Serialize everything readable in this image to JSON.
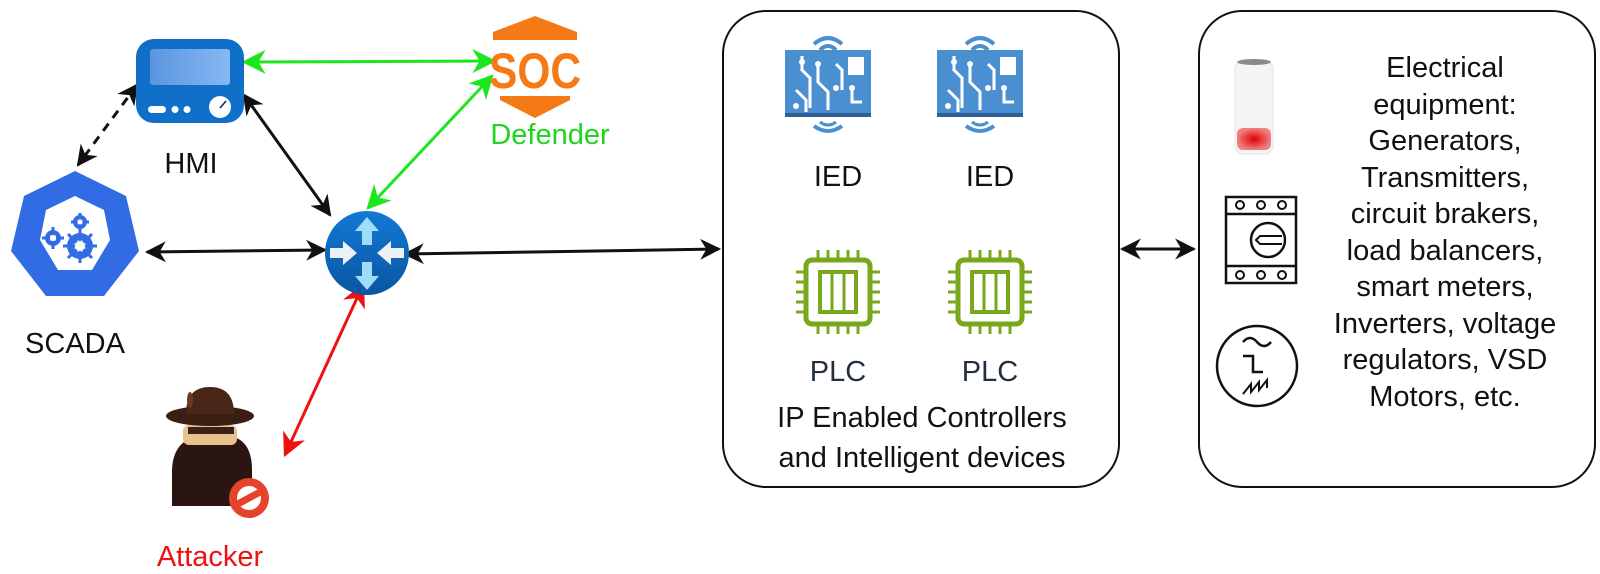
{
  "nodes": {
    "hmi": {
      "label": "HMI"
    },
    "scada": {
      "label": "SCADA"
    },
    "soc": {
      "icon_text": "SOC",
      "label": "Defender"
    },
    "router": {
      "label": ""
    },
    "attacker": {
      "label": "Attacker"
    }
  },
  "controllers_box": {
    "devices": [
      {
        "label": "IED",
        "icon": "circuit-board-icon"
      },
      {
        "label": "IED",
        "icon": "circuit-board-icon"
      },
      {
        "label": "PLC",
        "icon": "chip-icon"
      },
      {
        "label": "PLC",
        "icon": "chip-icon"
      }
    ],
    "caption_lines": [
      "IP Enabled Controllers",
      "and Intelligent devices"
    ]
  },
  "equipment_box": {
    "icons": [
      "fuse-icon",
      "circuit-breaker-icon",
      "inverter-icon"
    ],
    "text_lines": [
      "Electrical",
      "equipment:",
      "Generators,",
      "Transmitters,",
      "circuit brakers,",
      "load balancers,",
      "smart meters,",
      "Inverters, voltage",
      "regulators, VSD",
      "Motors, etc."
    ]
  },
  "colors": {
    "defender": "#1ed41e",
    "attacker": "#ee1111",
    "soc_orange": "#f57a16",
    "device_blue": "#0f6fc9",
    "scada_blue": "#326ce5",
    "ied_blue": "#4a8fd0",
    "plc_green": "#7aa81c",
    "plc_label": "#232f3e",
    "line_black": "#111111"
  },
  "links": [
    {
      "from": "HMI",
      "to": "SOC",
      "style": "defender"
    },
    {
      "from": "Router",
      "to": "SOC",
      "style": "defender"
    },
    {
      "from": "HMI",
      "to": "SCADA",
      "style": "dashed"
    },
    {
      "from": "HMI",
      "to": "Router",
      "style": "solid"
    },
    {
      "from": "SCADA",
      "to": "Router",
      "style": "solid"
    },
    {
      "from": "Router",
      "to": "Controllers",
      "style": "solid"
    },
    {
      "from": "Router",
      "to": "Attacker",
      "style": "attacker"
    },
    {
      "from": "Controllers",
      "to": "Equipment",
      "style": "solid"
    }
  ]
}
